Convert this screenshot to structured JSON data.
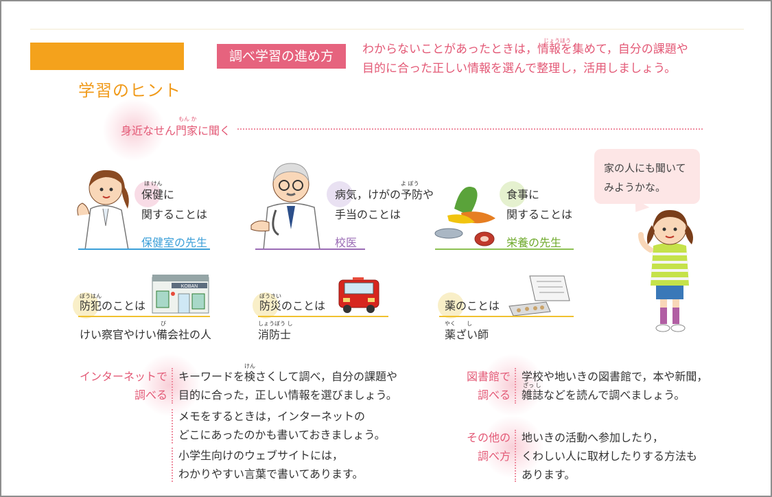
{
  "page": {
    "hint_title": "学習のヒント",
    "badge": "調べ学習の進め方",
    "intro_lines": [
      "わからないことがあったときは，情報を集めて，自分の課題や",
      "目的に合った正しい情報を選んで整理し，活用しましょう。"
    ],
    "ruby": {
      "jouhou": "じょうほう",
      "senmon": "もん か",
      "hoken": "ほ けん",
      "yobou": "よ ぼう",
      "bouhan": "ぼうはん",
      "bousai": "ぼうさい",
      "shoubou": "しょうぼう し",
      "bi": "び",
      "yakuzai": "やく　　し",
      "ken": "けん",
      "zasshi": "ざっ し"
    }
  },
  "experts": {
    "heading": "身近なせん門家に聞く",
    "items": [
      {
        "line1": "保健に",
        "line2": "関することは",
        "who": "保健室の先生",
        "color": "#3b9fd8"
      },
      {
        "line1": "病気，けがの予防や",
        "line2": "手当のことは",
        "who": "校医",
        "color": "#9a6bb5"
      },
      {
        "line1": "食事に",
        "line2": "関することは",
        "who": "栄養の先生",
        "color": "#6faa2c"
      },
      {
        "line1": "防犯のことは",
        "line2": "",
        "who": "けい察官やけい備会社の人",
        "color": "#333333"
      },
      {
        "line1": "防災のことは",
        "line2": "",
        "who": "消防士",
        "color": "#333333"
      },
      {
        "line1": "薬のことは",
        "line2": "",
        "who": "薬ざい師",
        "color": "#333333"
      }
    ],
    "bubble_lines": [
      "家の人にも聞いて",
      "みようかな。"
    ],
    "kouban_sign": "KOBAN"
  },
  "methods": {
    "internet": {
      "label_lines": [
        "インターネットで",
        "調べる"
      ],
      "paragraphs": [
        [
          "キーワードを検さくして調べ，自分の課題や",
          "目的に合った，正しい情報を選びましょう。"
        ],
        [
          "メモをするときは，インターネットの",
          "どこにあったのかも書いておきましょう。"
        ],
        [
          "小学生向けのウェブサイトには，",
          "わかりやすい言葉で書いてあります。"
        ]
      ]
    },
    "library": {
      "label_lines": [
        "図書館で",
        "調べる"
      ],
      "lines": [
        "学校や地いきの図書館で，本や新聞，",
        "雑誌などを読んで調べましょう。"
      ]
    },
    "other": {
      "label_lines": [
        "その他の",
        "調べ方"
      ],
      "lines": [
        "地いきの活動へ参加したり，",
        "くわしい人に取材したりする方法も",
        "あります。"
      ]
    }
  },
  "colors": {
    "accent_orange": "#f4a21c",
    "accent_pink": "#e6637e",
    "text_pink": "#e35976"
  }
}
